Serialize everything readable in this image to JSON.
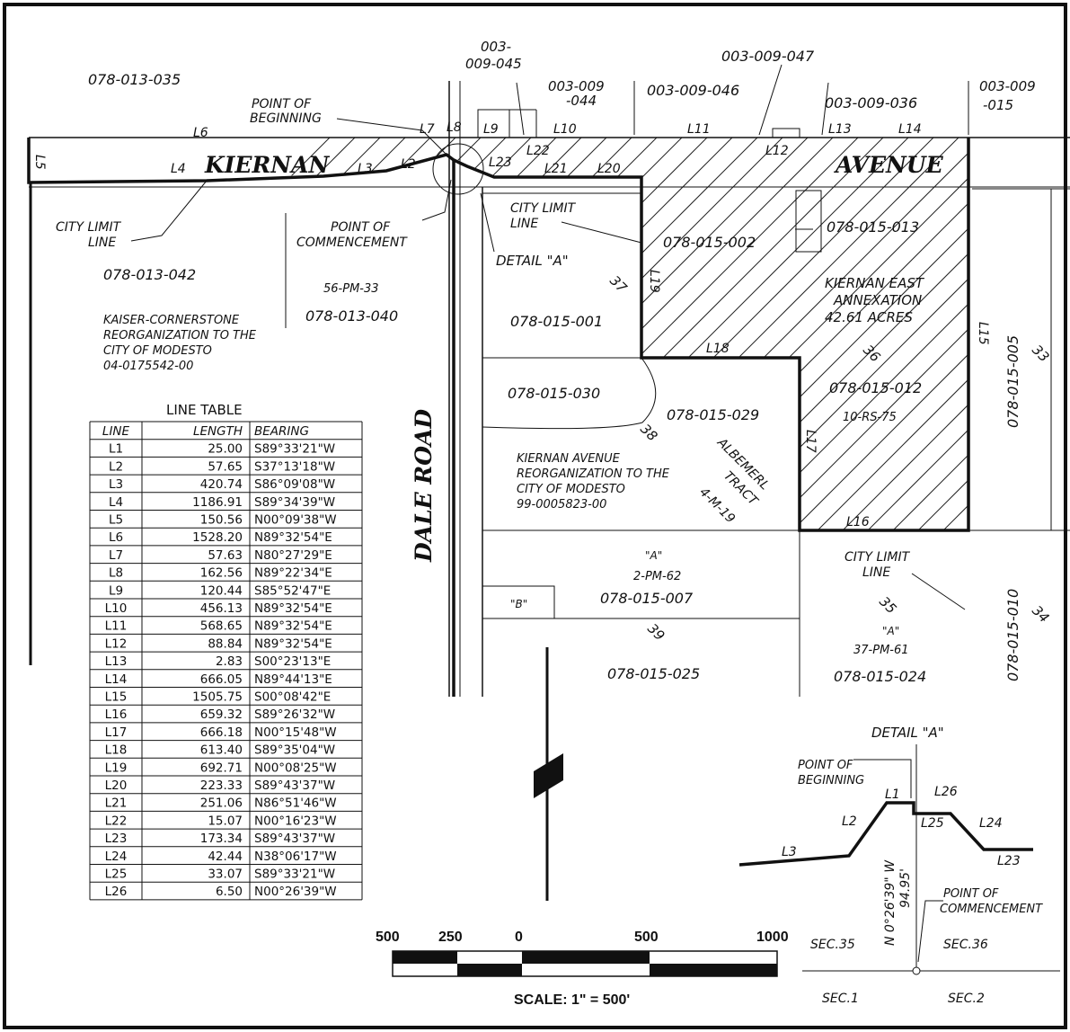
{
  "roads": {
    "kiernan": "KIERNAN",
    "avenue": "AVENUE",
    "dale_road": "DALE ROAD"
  },
  "parcels": {
    "p_013_035": "078-013-035",
    "p_009_045": [
      "003-",
      "009-045"
    ],
    "p_009_044": [
      "003-009",
      "-044"
    ],
    "p_009_047": "003-009-047",
    "p_009_046": "003-009-046",
    "p_009_036": "003-009-036",
    "p_009_015": [
      "003-009",
      "-015"
    ],
    "p_013_042": "078-013-042",
    "p_013_040": "078-013-040",
    "p_015_002": "078-015-002",
    "p_015_013": "078-015-013",
    "p_015_001": "078-015-001",
    "p_015_030": "078-015-030",
    "p_015_029": "078-015-029",
    "p_015_012": "078-015-012",
    "p_015_005": "078-015-005",
    "p_015_007": "078-015-007",
    "p_015_025": "078-015-025",
    "p_015_024": "078-015-024",
    "p_015_010": "078-015-010"
  },
  "annotations": {
    "point_of_beginning": [
      "POINT OF",
      "BEGINNING"
    ],
    "point_of_commencement": [
      "POINT OF",
      "COMMENCEMENT"
    ],
    "city_limit_line": [
      "CITY LIMIT",
      "LINE"
    ],
    "detail_a_ref": "DETAIL \"A\"",
    "pm_56_33": "56-PM-33",
    "kaiser": [
      "KAISER-CORNERSTONE",
      "REORGANIZATION TO THE",
      "CITY OF MODESTO",
      "04-0175542-00"
    ],
    "annex": [
      "KIERNAN EAST",
      "ANNEXATION",
      "42.61 ACRES"
    ],
    "rs_10_75": "10-RS-75",
    "kiernan_reorg": [
      "KIERNAN AVENUE",
      "REORGANIZATION TO THE",
      "CITY OF MODESTO",
      "99-0005823-00"
    ],
    "albemerl": [
      "ALBEMERL",
      "TRACT",
      "4-M-19"
    ],
    "a_mark": "\"A\"",
    "pm_2_62": "2-PM-62",
    "b_mark": "\"B\"",
    "pm_37_61": "37-PM-61",
    "section_numbers": [
      "37",
      "36",
      "38",
      "39",
      "35",
      "33",
      "34"
    ],
    "line_labels": [
      "L1",
      "L2",
      "L3",
      "L4",
      "L5",
      "L6",
      "L7",
      "L8",
      "L9",
      "L10",
      "L11",
      "L12",
      "L13",
      "L14",
      "L15",
      "L16",
      "L17",
      "L18",
      "L19",
      "L20",
      "L21",
      "L22",
      "L23",
      "L24",
      "L25",
      "L26"
    ]
  },
  "line_table": {
    "title": "LINE TABLE",
    "headers": [
      "LINE",
      "LENGTH",
      "BEARING"
    ],
    "rows": [
      [
        "L1",
        "25.00",
        "S89°33'21\"W"
      ],
      [
        "L2",
        "57.65",
        "S37°13'18\"W"
      ],
      [
        "L3",
        "420.74",
        "S86°09'08\"W"
      ],
      [
        "L4",
        "1186.91",
        "S89°34'39\"W"
      ],
      [
        "L5",
        "150.56",
        "N00°09'38\"W"
      ],
      [
        "L6",
        "1528.20",
        "N89°32'54\"E"
      ],
      [
        "L7",
        "57.63",
        "N80°27'29\"E"
      ],
      [
        "L8",
        "162.56",
        "N89°22'34\"E"
      ],
      [
        "L9",
        "120.44",
        "S85°52'47\"E"
      ],
      [
        "L10",
        "456.13",
        "N89°32'54\"E"
      ],
      [
        "L11",
        "568.65",
        "N89°32'54\"E"
      ],
      [
        "L12",
        "88.84",
        "N89°32'54\"E"
      ],
      [
        "L13",
        "2.83",
        "S00°23'13\"E"
      ],
      [
        "L14",
        "666.05",
        "N89°44'13\"E"
      ],
      [
        "L15",
        "1505.75",
        "S00°08'42\"E"
      ],
      [
        "L16",
        "659.32",
        "S89°26'32\"W"
      ],
      [
        "L17",
        "666.18",
        "N00°15'48\"W"
      ],
      [
        "L18",
        "613.40",
        "S89°35'04\"W"
      ],
      [
        "L19",
        "692.71",
        "N00°08'25\"W"
      ],
      [
        "L20",
        "223.33",
        "S89°43'37\"W"
      ],
      [
        "L21",
        "251.06",
        "N86°51'46\"W"
      ],
      [
        "L22",
        "15.07",
        "N00°16'23\"W"
      ],
      [
        "L23",
        "173.34",
        "S89°43'37\"W"
      ],
      [
        "L24",
        "42.44",
        "N38°06'17\"W"
      ],
      [
        "L25",
        "33.07",
        "S89°33'21\"W"
      ],
      [
        "L26",
        "6.50",
        "N00°26'39\"W"
      ]
    ]
  },
  "scale": {
    "ticks": [
      "500",
      "250",
      "0",
      "500",
      "1000"
    ],
    "label": "SCALE: 1\" = 500'"
  },
  "detail": {
    "title": "DETAIL \"A\"",
    "bearing": "N 0°26'39\" W",
    "distance": "94.95'",
    "sections": [
      "SEC.35",
      "SEC.36",
      "SEC.1",
      "SEC.2"
    ]
  }
}
